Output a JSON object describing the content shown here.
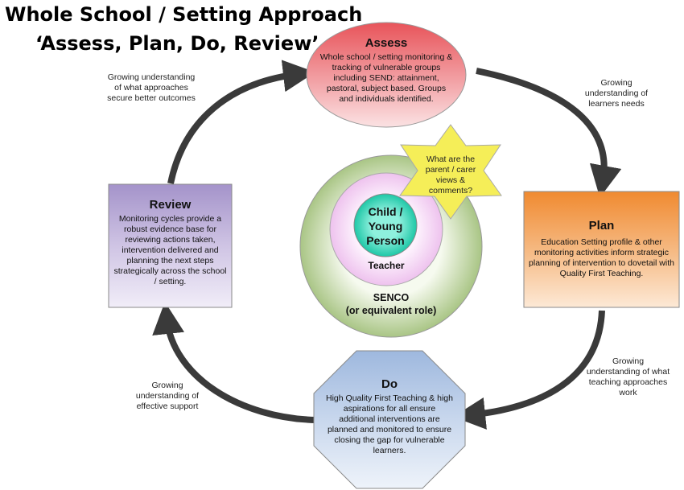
{
  "title": {
    "line1": "Whole School / Setting Approach",
    "line2": "‘Assess, Plan, Do, Review’"
  },
  "assess": {
    "heading": "Assess",
    "body": "Whole school / setting monitoring & tracking of vulnerable groups including SEND: attainment, pastoral, subject based. Groups and individuals identified."
  },
  "plan": {
    "heading": "Plan",
    "body": "Education Setting profile & other monitoring activities inform strategic planning of intervention to dovetail with Quality First Teaching."
  },
  "do": {
    "heading": "Do",
    "body": "High Quality First Teaching & high aspirations for all ensure additional interventions are planned and monitored to ensure closing the gap for vulnerable learners."
  },
  "review": {
    "heading": "Review",
    "body": "Monitoring cycles provide a robust evidence base for reviewing actions taken, intervention delivered and planning the next steps strategically across the school / setting."
  },
  "notes": {
    "top_right": "Growing understanding of learners needs",
    "bottom_right": "Growing understanding of what teaching approaches work",
    "bottom_left": "Growing understanding of effective support",
    "top_left": "Growing understanding of what approaches secure better outcomes"
  },
  "center": {
    "child": "Child / Young Person",
    "teacher": "Teacher",
    "senco_line1": "SENCO",
    "senco_line2": "(or equivalent role)",
    "star": "What are the parent / carer views & comments?"
  },
  "colors": {
    "assess": "#e8545a",
    "plan": "#f08a30",
    "do": "#b8cce8",
    "review": "#b4a4d4",
    "senco_ring": "#aac688",
    "teacher_ring": "#f2cdf2",
    "child_circle": "#34d3b6",
    "star": "#f5ee58",
    "arrow": "#3a3a3a"
  }
}
